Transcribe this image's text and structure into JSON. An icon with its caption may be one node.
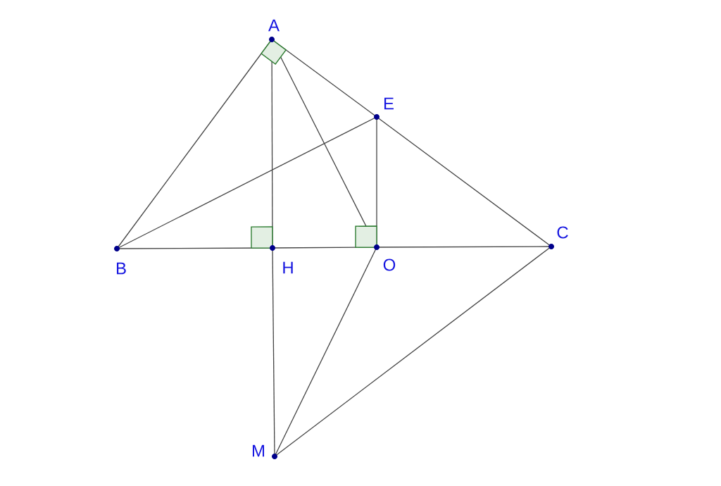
{
  "diagram": {
    "nodes": [
      {
        "text": [
          "A"
        ]
      },
      {
        "text": [
          "E"
        ]
      },
      {
        "text": [
          "B"
        ]
      },
      {
        "text": [
          "H"
        ]
      },
      {
        "text": [
          "O"
        ]
      },
      {
        "text": [
          "C"
        ]
      },
      {
        "text": [
          "M"
        ]
      }
    ],
    "edges": [
      {
        "from": 0,
        "to": 2,
        "arrow": "none"
      },
      {
        "from": 0,
        "to": 1,
        "arrow": "none"
      },
      {
        "from": 1,
        "to": 5,
        "arrow": "none"
      },
      {
        "from": 0,
        "to": 3,
        "arrow": "none"
      },
      {
        "from": 3,
        "to": 6,
        "arrow": "none"
      },
      {
        "from": 0,
        "to": 4,
        "arrow": "none"
      },
      {
        "from": 2,
        "to": 1,
        "arrow": "none"
      },
      {
        "from": 1,
        "to": 4,
        "arrow": "none"
      },
      {
        "from": 2,
        "to": 3,
        "arrow": "none"
      },
      {
        "from": 3,
        "to": 4,
        "arrow": "none"
      },
      {
        "from": 4,
        "to": 5,
        "arrow": "none"
      },
      {
        "from": 4,
        "to": 6,
        "arrow": "none"
      },
      {
        "from": 5,
        "to": 6,
        "arrow": "none"
      }
    ]
  }
}
